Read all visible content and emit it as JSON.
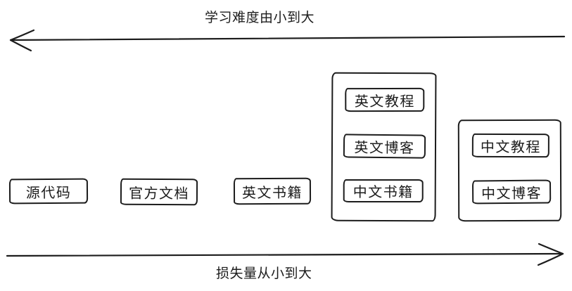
{
  "diagram": {
    "top_axis": {
      "label": "学习难度由小到大",
      "direction": "left"
    },
    "bottom_axis": {
      "label": "损失量从小到大",
      "direction": "right"
    },
    "boxes": [
      {
        "id": "source-code",
        "label": "源代码"
      },
      {
        "id": "official-docs",
        "label": "官方文档"
      },
      {
        "id": "english-books",
        "label": "英文书籍"
      }
    ],
    "groups": [
      {
        "id": "english-group",
        "items": [
          {
            "id": "english-tutorials",
            "label": "英文教程"
          },
          {
            "id": "english-blogs",
            "label": "英文博客"
          },
          {
            "id": "chinese-books",
            "label": "中文书籍"
          }
        ]
      },
      {
        "id": "chinese-group",
        "items": [
          {
            "id": "chinese-tutorials",
            "label": "中文教程"
          },
          {
            "id": "chinese-blogs",
            "label": "中文博客"
          }
        ]
      }
    ],
    "colors": {
      "stroke": "#1c1c1c",
      "background": "#ffffff"
    }
  }
}
